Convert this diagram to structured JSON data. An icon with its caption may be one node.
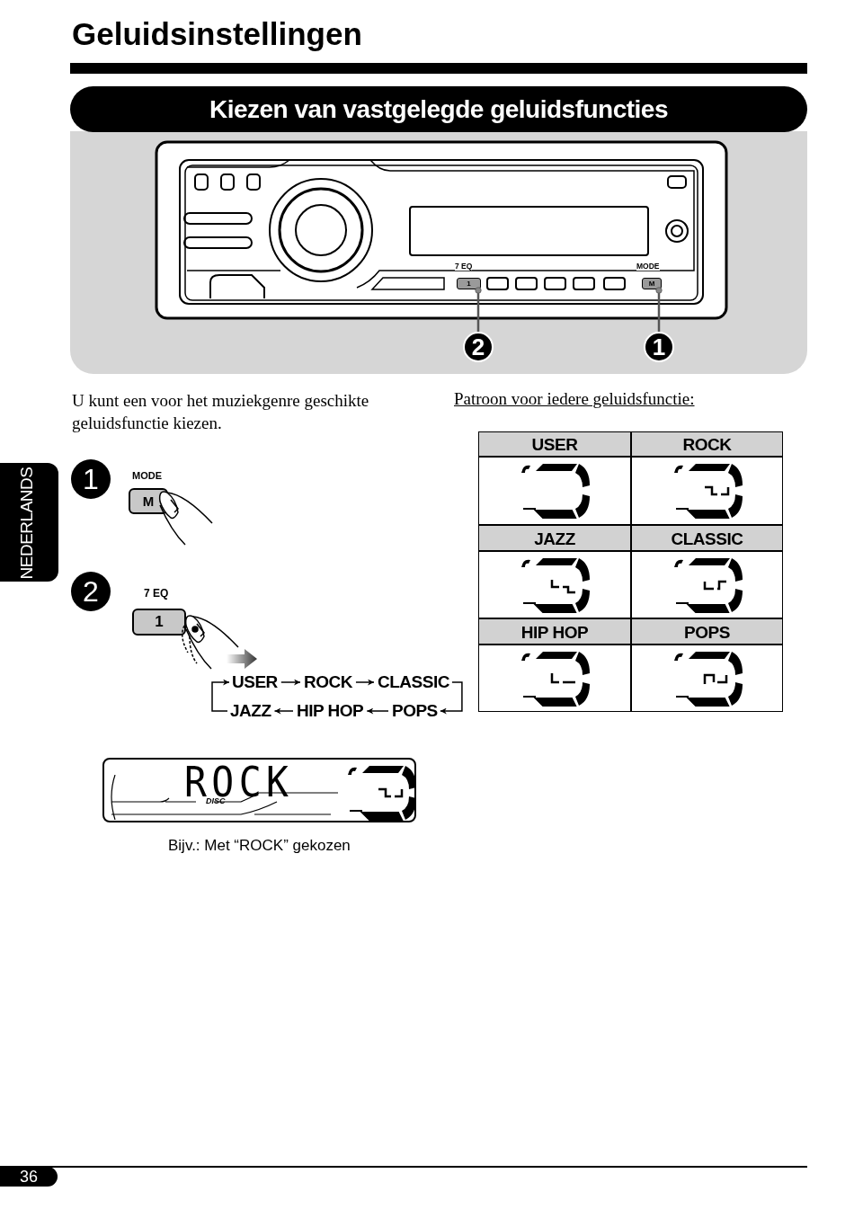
{
  "diagram": {
    "title": "Geluidsinstellingen",
    "nodes": [
      {
        "text": [
          "1"
        ],
        "beside": [
          "7 EQ"
        ]
      },
      {
        "text": [
          "M"
        ],
        "beside": [
          "MODE"
        ]
      },
      {
        "text": [
          "2"
        ]
      },
      {
        "text": [
          "1"
        ]
      },
      {
        "text": [
          "USER"
        ]
      },
      {
        "text": [
          "ROCK"
        ]
      },
      {
        "text": [
          "CLASSIC"
        ]
      },
      {
        "text": [
          "JAZZ"
        ]
      },
      {
        "text": [
          "HIP HOP"
        ]
      },
      {
        "text": [
          "POPS"
        ]
      }
    ],
    "edges": [
      {
        "from": 2,
        "to": 0,
        "arrow": "other"
      },
      {
        "from": 3,
        "to": 1,
        "arrow": "other"
      },
      {
        "from": 4,
        "to": 5,
        "arrow": "to"
      },
      {
        "from": 5,
        "to": 6,
        "arrow": "to"
      },
      {
        "from": 6,
        "to": 9,
        "arrow": "to"
      },
      {
        "from": 9,
        "to": 8,
        "arrow": "to"
      },
      {
        "from": 8,
        "to": 7,
        "arrow": "to"
      },
      {
        "from": 7,
        "to": 4,
        "arrow": "to"
      }
    ],
    "labels": [
      "Kiezen van vastgelegde geluidsfuncties",
      "U kunt een voor het muziekgenre geschikte geluidsfunctie kiezen.",
      "Patroon voor iedere geluidsfunctie:",
      "USER",
      "ROCK",
      "JAZZ",
      "CLASSIC",
      "HIP HOP",
      "POPS",
      "NEDERLANDS",
      "1",
      "MODE",
      "M",
      "2",
      "7 EQ",
      "1",
      "ROCK",
      "DISC",
      "Bijv.: Met “ROCK” gekozen",
      "36"
    ]
  }
}
